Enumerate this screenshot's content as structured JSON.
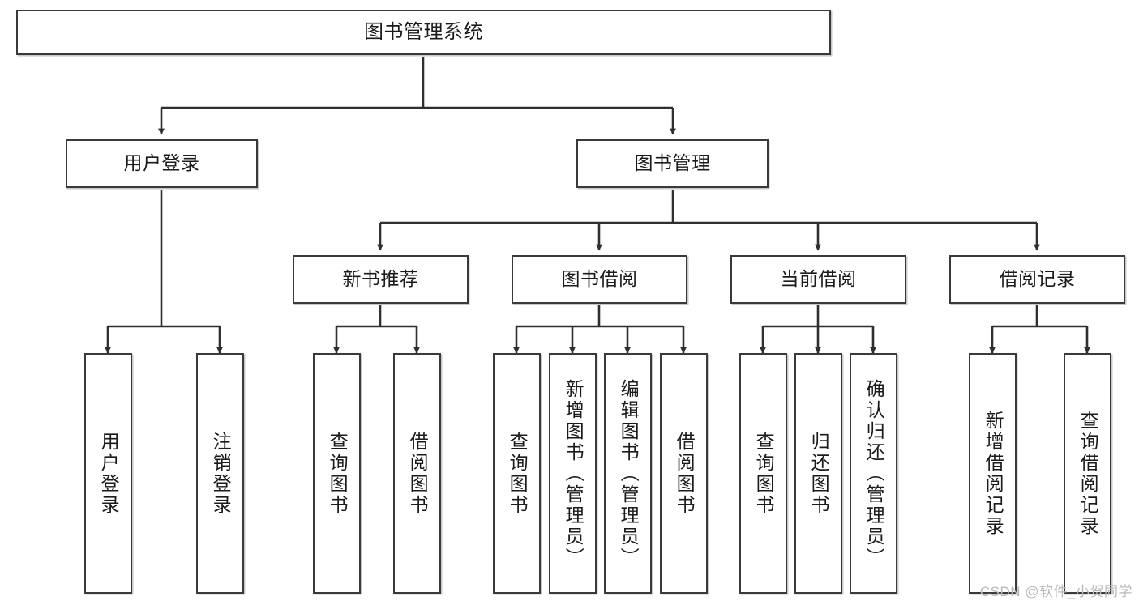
{
  "diagram": {
    "title": "图书管理系统",
    "type": "tree-hierarchy",
    "watermark": "CSDN @软件_小贺同学",
    "colors": {
      "box_border": "#3a3a3a",
      "box_fill": "#ffffff",
      "connector": "#2f2f2f",
      "text": "#1b1b1b",
      "watermark": "#b9b9b9"
    },
    "root": {
      "label": "图书管理系统"
    },
    "level1": [
      {
        "label": "用户登录"
      },
      {
        "label": "图书管理"
      }
    ],
    "level2": [
      {
        "label": "新书推荐"
      },
      {
        "label": "图书借阅"
      },
      {
        "label": "当前借阅"
      },
      {
        "label": "借阅记录"
      }
    ],
    "leaves": {
      "user_login": [
        {
          "label": "用户登录"
        },
        {
          "label": "注销登录"
        }
      ],
      "new_book_recommend": [
        {
          "label": "查询图书"
        },
        {
          "label": "借阅图书"
        }
      ],
      "book_borrow": [
        {
          "label": "查询图书"
        },
        {
          "label": "新增图书（管理员）"
        },
        {
          "label": "编辑图书（管理员）"
        },
        {
          "label": "借阅图书"
        }
      ],
      "current_borrow": [
        {
          "label": "查询图书"
        },
        {
          "label": "归还图书"
        },
        {
          "label": "确认归还（管理员）"
        }
      ],
      "borrow_record": [
        {
          "label": "新增借阅记录"
        },
        {
          "label": "查询借阅记录"
        }
      ]
    }
  }
}
